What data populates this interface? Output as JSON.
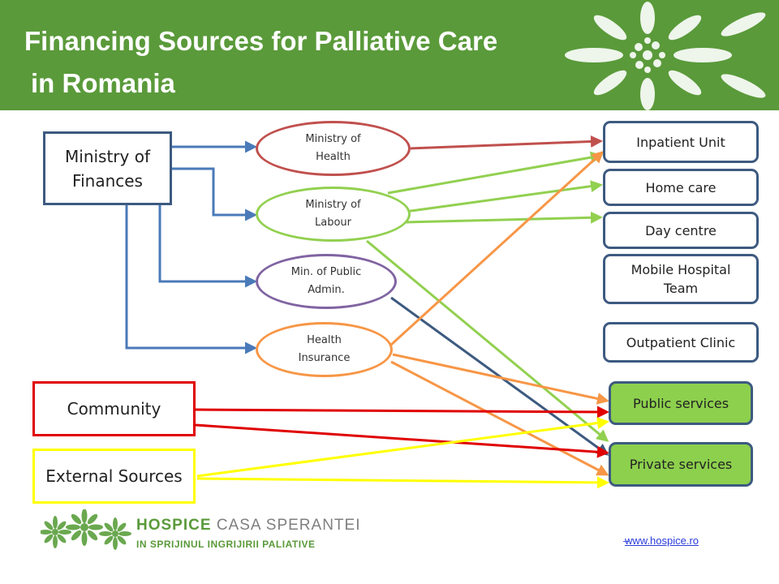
{
  "header": {
    "title_line1": "Financing Sources for Palliative Care",
    "title_line2": "in Romania"
  },
  "nodes": {
    "ministry_finances": "Ministry of Finances",
    "community": "Community",
    "external_sources": "External Sources",
    "ministry_health": "Ministry of Health",
    "ministry_labour": "Ministry of Labour",
    "min_public_admin": "Min. of Public Admin.",
    "health_insurance": "Health Insurance",
    "inpatient_unit": "Inpatient Unit",
    "home_care": "Home care",
    "day_centre": "Day centre",
    "mobile_hospital_team": "Mobile Hospital Team",
    "outpatient_clinic": "Outpatient Clinic",
    "public_services": "Public services",
    "private_services": "Private services"
  },
  "edges": [
    {
      "from": "ministry_finances",
      "to": "ministry_health",
      "color": "#4a7ab8"
    },
    {
      "from": "ministry_finances",
      "to": "ministry_labour",
      "color": "#4a7ab8"
    },
    {
      "from": "ministry_finances",
      "to": "min_public_admin",
      "color": "#4a7ab8"
    },
    {
      "from": "ministry_finances",
      "to": "health_insurance",
      "color": "#4a7ab8"
    },
    {
      "from": "ministry_health",
      "to": "inpatient_unit",
      "color": "#c0504d"
    },
    {
      "from": "ministry_labour",
      "to": "inpatient_unit",
      "color": "#92d050"
    },
    {
      "from": "ministry_labour",
      "to": "home_care",
      "color": "#92d050"
    },
    {
      "from": "ministry_labour",
      "to": "day_centre",
      "color": "#92d050"
    },
    {
      "from": "ministry_labour",
      "to": "private_services",
      "color": "#92d050"
    },
    {
      "from": "min_public_admin",
      "to": "private_services",
      "color": "#3d5a80"
    },
    {
      "from": "health_insurance",
      "to": "inpatient_unit",
      "color": "#f79646"
    },
    {
      "from": "health_insurance",
      "to": "public_services",
      "color": "#f79646"
    },
    {
      "from": "health_insurance",
      "to": "private_services",
      "color": "#f79646"
    },
    {
      "from": "community",
      "to": "public_services",
      "color": "#e00000"
    },
    {
      "from": "community",
      "to": "private_services",
      "color": "#e00000"
    },
    {
      "from": "external_sources",
      "to": "public_services",
      "color": "#ffff00"
    },
    {
      "from": "external_sources",
      "to": "private_services",
      "color": "#ffff00"
    }
  ],
  "colors": {
    "header_green": "#5a9a3a",
    "ministry_health_border": "#c0504d",
    "ministry_labour_border": "#92d050",
    "min_public_admin_border": "#8064a2",
    "health_insurance_border": "#f79646",
    "community_border": "#e00000",
    "external_sources_border": "#ffff00",
    "service_green": "#8dd04d"
  },
  "footer": {
    "logo_name_part1": "HOSPICE",
    "logo_name_part2": "CASA SPERANTEI",
    "logo_tagline": "IN SPRIJINUL INGRIJIRII PALIATIVE",
    "link_prefix": "–",
    "link": "www.hospice.ro"
  }
}
